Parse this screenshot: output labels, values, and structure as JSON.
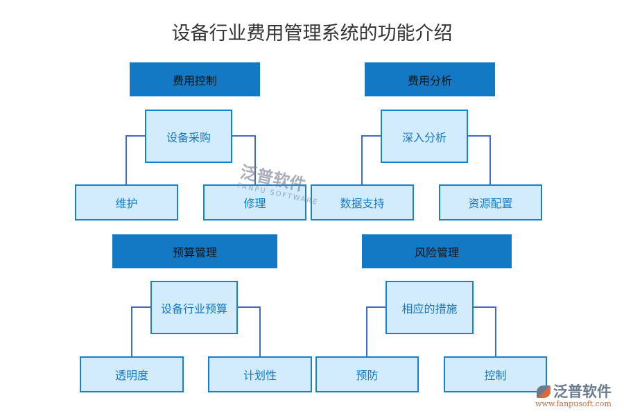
{
  "title": "设备行业费用管理系统的功能介绍",
  "groups": [
    {
      "header": "费用控制",
      "parent": "设备采购",
      "children": [
        "维护",
        "修理"
      ]
    },
    {
      "header": "费用分析",
      "parent": "深入分析",
      "children": [
        "数据支持",
        "资源配置"
      ]
    },
    {
      "header": "预算管理",
      "parent": "设备行业预算",
      "children": [
        "透明度",
        "计划性"
      ]
    },
    {
      "header": "风险管理",
      "parent": "相应的措施",
      "children": [
        "预防",
        "控制"
      ]
    }
  ],
  "watermark": {
    "name": "泛普软件",
    "sub": "FANPU SOFTWARE"
  },
  "logo": {
    "name": "泛普软件",
    "url": "www.fanpusoft.com"
  },
  "colors": {
    "header": "#1479c4",
    "node_fill": "#d3ecfd",
    "node_border": "#1482d2",
    "connector": "#4169c8"
  }
}
